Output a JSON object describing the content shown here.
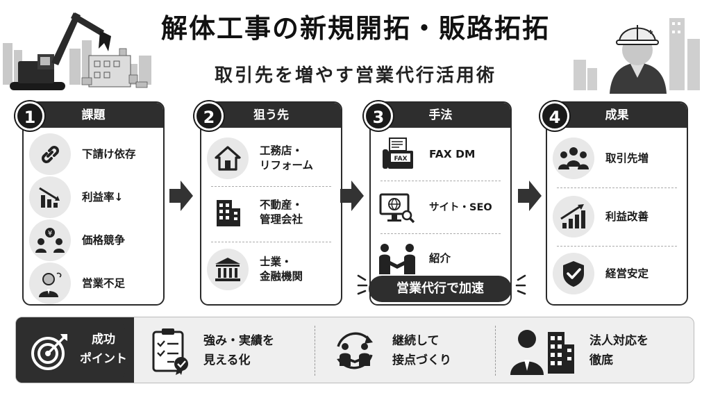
{
  "header": {
    "title": "解体工事の新規開拓・販路拓拓",
    "subtitle": "取引先を増やす営業代行活用術"
  },
  "steps": [
    {
      "number": "1",
      "title": "課題",
      "items": [
        {
          "label": "下請け依存",
          "icon": "chain-link-icon"
        },
        {
          "label": "利益率↓",
          "icon": "declining-chart-icon"
        },
        {
          "label": "価格競争",
          "icon": "competing-people-yen-icon"
        },
        {
          "label": "営業不足",
          "icon": "worried-businessman-icon"
        }
      ]
    },
    {
      "number": "2",
      "title": "狙う先",
      "items": [
        {
          "label": "工務店・\nリフォーム",
          "icon": "house-icon"
        },
        {
          "label": "不動産・\n管理会社",
          "icon": "building-icon"
        },
        {
          "label": "士業・\n金融機関",
          "icon": "bank-icon"
        }
      ]
    },
    {
      "number": "3",
      "title": "手法",
      "items": [
        {
          "label": "FAX DM",
          "icon": "fax-machine-icon"
        },
        {
          "label": "サイト・SEO",
          "icon": "website-seo-icon"
        },
        {
          "label": "紹介",
          "icon": "handshake-people-icon"
        }
      ],
      "banner": "営業代行で加速"
    },
    {
      "number": "4",
      "title": "成果",
      "items": [
        {
          "label": "取引先増",
          "icon": "group-people-icon"
        },
        {
          "label": "利益改善",
          "icon": "rising-chart-icon"
        },
        {
          "label": "経営安定",
          "icon": "shield-check-icon"
        }
      ]
    }
  ],
  "success": {
    "label": "成功\nポイント",
    "points": [
      {
        "label": "強み・実績を\n見える化",
        "icon": "clipboard-checklist-icon"
      },
      {
        "label": "継続して\n接点づくり",
        "icon": "cycle-handshake-icon"
      },
      {
        "label": "法人対応を\n徹底",
        "icon": "corporate-person-icon"
      }
    ]
  },
  "colors": {
    "dark": "#2e2e2e",
    "icon_bg": "#e8e8e8",
    "bar_bg": "#efefef"
  }
}
